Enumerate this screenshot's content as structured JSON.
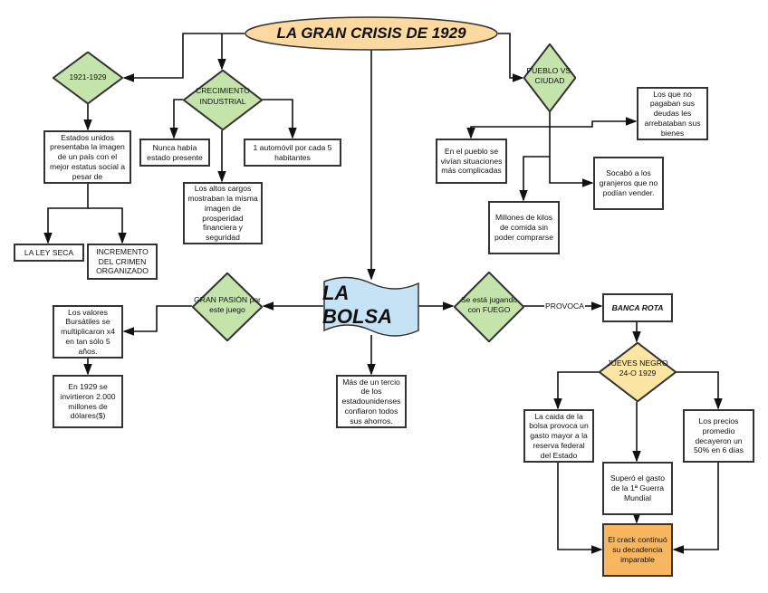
{
  "title": "LA GRAN CRISIS DE 1929",
  "colors": {
    "title_fill": "#fdd9a2",
    "diamond_green": "#c5e4ac",
    "diamond_yellow": "#fde6a3",
    "bolsa_fill": "#c6e3f6",
    "crack_fill": "#f8b660",
    "stroke": "#333333"
  },
  "nodes": {
    "years": "1921-1929",
    "growth": "CRECIMIENTO INDUSTRIAL",
    "usa_image": "Estados unidos presentaba la imagen de un país con el mejor estatus social a pesar de",
    "no_state": "Nunca había estado presente",
    "cars": "1 automóvil por cada 5 habitantes",
    "high_positions": "Los altos cargos mostraban la misma imagen de prosperidad financiera y seguridad",
    "dry_law": "LA LEY SECA",
    "crime": "INCREMENTO DEL CRIMEN ORGANIZADO",
    "town_city": "PUEBLO VS. CIUDAD",
    "debts": "Los que no pagaban sus deudas les arrebataban sus bienes",
    "town": "En el pueblo se vivían situaciones más complicadas",
    "farmers": "Socabó a los granjeros que no podían vender.",
    "food": "Millones de kilos de comida sin poder comprarse",
    "bolsa": "LA BOLSA",
    "passion": "GRAN PASIÓN por este juego",
    "values": "Los valores Bursátiles se multiplicaron x4 en tan sólo 5 años.",
    "invested": "En 1929 se invirtieron 2.000 millones de dólares($)",
    "savings": "Más de un tercio de los estadounidenses confiaron todos sus ahorros.",
    "fire": "Se está jugando con FUEGO",
    "provoca": "PROVOCA",
    "bank": "BANCA ROTA",
    "black_thursday": "JUEVES NEGRO 24-O 1929",
    "fall": "La caida de la bolsa provoca un gasto mayor a la reserva federal del Estado",
    "war": "Superó el gasto de la 1ª Guerra Mundial",
    "prices": "Los precios promedio decayeron un 50% en 6 días",
    "crack": "El crack continuó su decadencia imparable"
  }
}
